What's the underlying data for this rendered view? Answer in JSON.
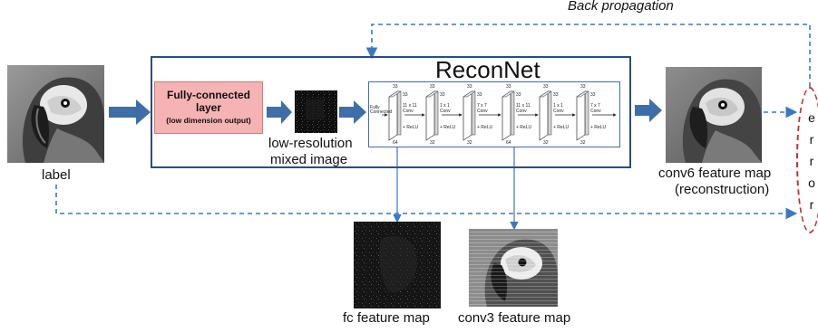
{
  "title": "ReconNet",
  "back_propagation": "Back propagation",
  "fc_layer": {
    "line1": "Fully-connected",
    "line2": "layer",
    "line3": "(low dimension output)"
  },
  "labels": {
    "input": "label",
    "low_res_1": "low-resolution",
    "low_res_2": "mixed image",
    "output_1": "conv6 feature map",
    "output_2": "(reconstruction)",
    "fc_map": "fc feature map",
    "conv3_map": "conv3 feature map"
  },
  "error_letters": [
    "e",
    "r",
    "r",
    "o",
    "r"
  ],
  "network": {
    "input_label": "Fully Connected",
    "layers": [
      {
        "top": "33",
        "side": "33",
        "kernel": "11 x 11",
        "op": "Conv",
        "relu": "+ ReLU",
        "channels": "64"
      },
      {
        "top": "33",
        "side": "33",
        "kernel": "1 x 1",
        "op": "Conv",
        "relu": "+ ReLU",
        "channels": "32"
      },
      {
        "top": "33",
        "side": "33",
        "kernel": "7 x 7",
        "op": "Conv",
        "relu": "+ ReLU",
        "channels": "32"
      },
      {
        "top": "33",
        "side": "33",
        "kernel": "11 x 11",
        "op": "Conv",
        "relu": "+ ReLU",
        "channels": "64"
      },
      {
        "top": "33",
        "side": "33",
        "kernel": "1 x 1",
        "op": "Conv",
        "relu": "+ ReLU",
        "channels": "32"
      },
      {
        "top": "33",
        "side": "33",
        "kernel": "7 x 7",
        "op": "Conv",
        "relu": "+ ReLU",
        "channels": "32"
      }
    ]
  },
  "colors": {
    "arrow_fill": "#3d6ea8",
    "frame": "#2b4e7c",
    "dashed": "#3a78c4",
    "error": "#c0312b",
    "fc_fill": "#f6b3b3"
  }
}
